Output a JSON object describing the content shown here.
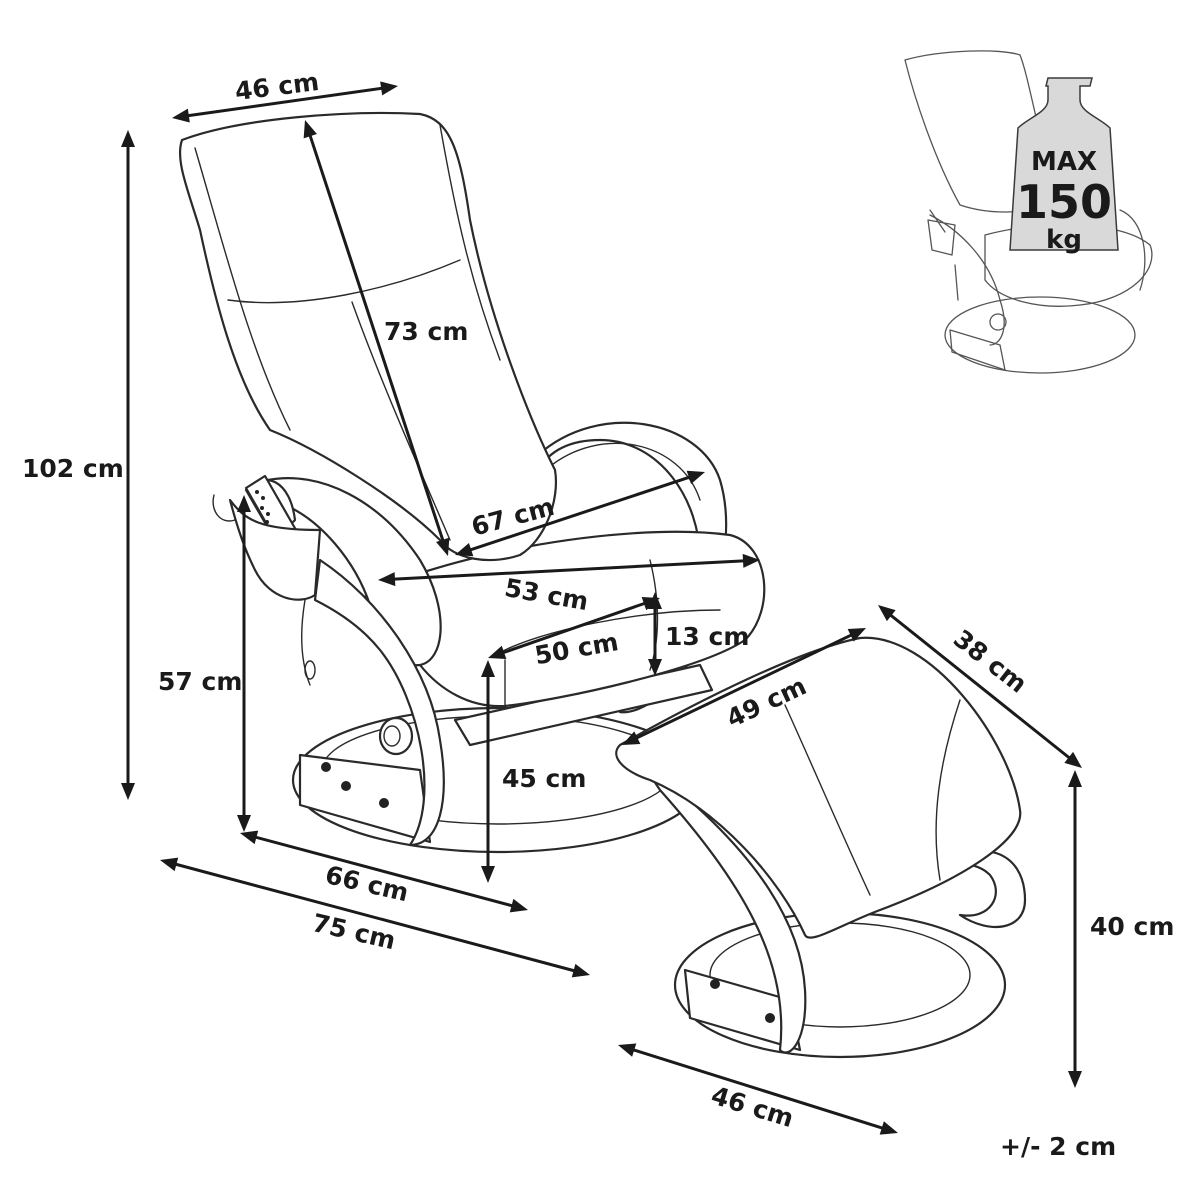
{
  "dimensions": {
    "backrest_width": "46 cm",
    "backrest_length": "73 cm",
    "total_height": "102 cm",
    "chair_depth": "67 cm",
    "seat_depth": "53 cm",
    "seat_width": "50 cm",
    "cushion_thickness": "13 cm",
    "armrest_height": "57 cm",
    "seat_height": "45 cm",
    "base_depth": "66 cm",
    "overall_depth": "75 cm",
    "footstool_length": "49 cm",
    "footstool_width": "38 cm",
    "footstool_height": "40 cm",
    "footstool_base": "46 cm"
  },
  "badge": {
    "line1": "MAX",
    "line2": "150",
    "line3": "kg"
  },
  "tolerance": "+/- 2 cm"
}
